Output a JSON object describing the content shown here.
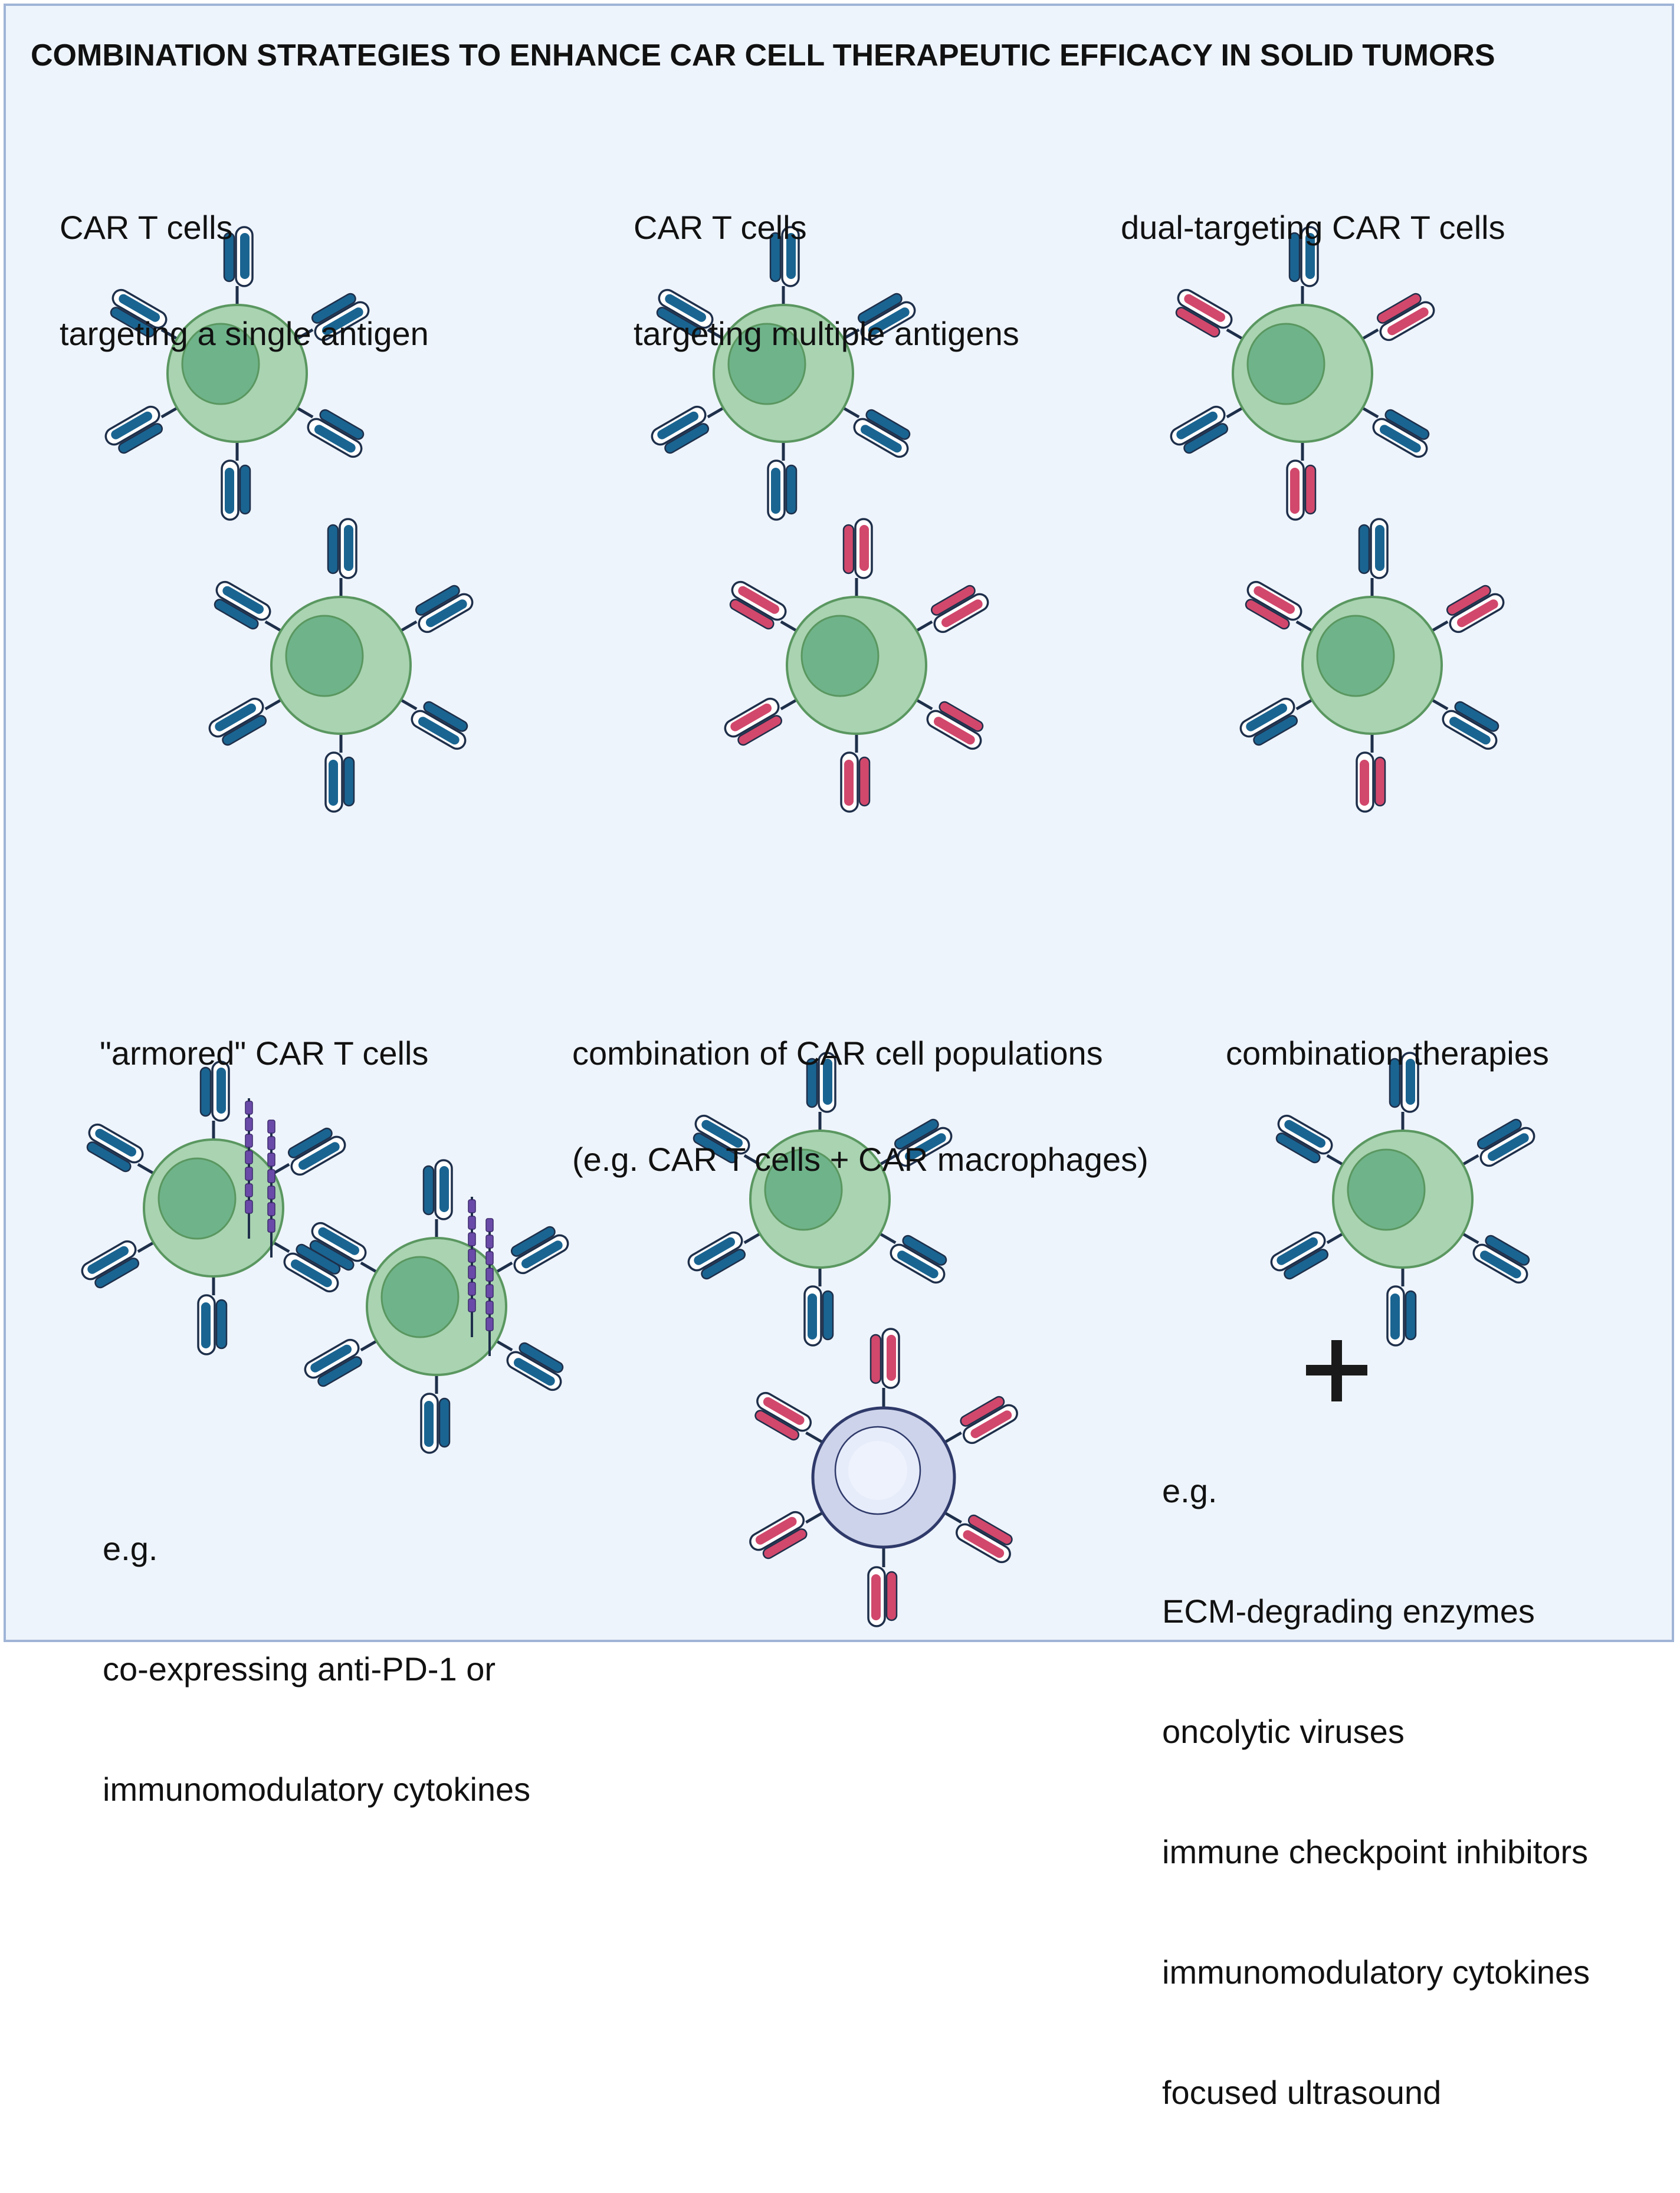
{
  "title": "COMBINATION STRATEGIES TO ENHANCE CAR CELL THERAPEUTIC EFFICACY IN SOLID TUMORS",
  "panels": [
    {
      "id": "single",
      "lines": [
        "CAR T cells",
        "targeting a single antigen"
      ]
    },
    {
      "id": "multiple",
      "lines": [
        "CAR T cells",
        "targeting multiple antigens"
      ]
    },
    {
      "id": "dual",
      "lines": [
        "dual-targeting CAR T cells"
      ]
    },
    {
      "id": "armored",
      "lines": [
        "\"armored\" CAR T cells"
      ],
      "example": [
        "e.g.",
        "co-expressing anti-PD-1 or",
        "immunomodulatory cytokines"
      ]
    },
    {
      "id": "populations",
      "lines": [
        "combination of CAR cell populations",
        "(e.g. CAR T cells + CAR macrophages)"
      ]
    },
    {
      "id": "therapies",
      "lines": [
        "combination therapies"
      ],
      "example": [
        "e.g.",
        "ECM-degrading enzymes",
        "oncolytic viruses",
        "immune checkpoint inhibitors",
        "immunomodulatory cytokines",
        "focused ultrasound"
      ]
    }
  ],
  "colors": {
    "background": "#eef4fc",
    "border": "#9fb4d6",
    "tcell_body": "#a9d3b1",
    "tcell_nucleus": "#6fb38a",
    "tcell_outline": "#5a9760",
    "macrophage_body": "#cdd3ea",
    "macrophage_nucleus": "#e7ecfb",
    "macrophage_outline": "#2f3a6a",
    "car_blue": "#1a6491",
    "car_red": "#d1486c",
    "armor_purple": "#6a4aa8",
    "stalk": "#1e2f4a"
  },
  "icons": [
    "t-cell-icon",
    "macrophage-icon",
    "car-receptor-icon",
    "armor-receptor-icon",
    "plus-icon"
  ]
}
